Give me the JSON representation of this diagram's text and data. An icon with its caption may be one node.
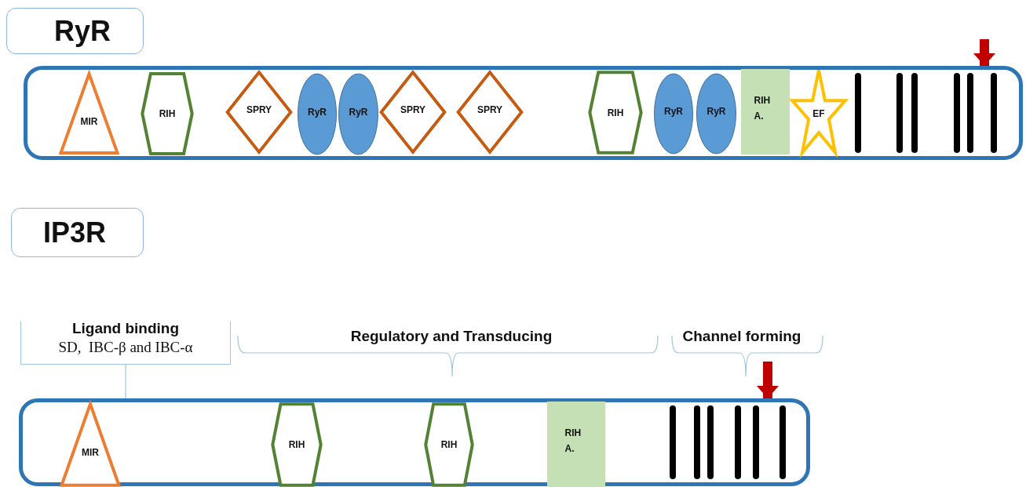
{
  "diagram": {
    "nodes": [
      {
        "text": [
          "RyR"
        ]
      },
      {
        "text": [],
        "shape": "bar"
      },
      {
        "text": [
          "MIR"
        ],
        "in": 1
      },
      {
        "text": [
          "RIH"
        ],
        "in": 1
      },
      {
        "text": [
          "SPRY"
        ],
        "in": 1
      },
      {
        "text": [
          "RyR"
        ],
        "in": 1
      },
      {
        "text": [
          "RyR"
        ],
        "in": 1
      },
      {
        "text": [
          "SPRY"
        ],
        "in": 1
      },
      {
        "text": [
          "SPRY"
        ],
        "in": 1
      },
      {
        "text": [
          "RIH"
        ],
        "in": 1
      },
      {
        "text": [
          "RyR"
        ],
        "in": 1
      },
      {
        "text": [
          "RyR"
        ],
        "in": 1
      },
      {
        "text": [
          "RIH A."
        ],
        "in": 1
      },
      {
        "text": [
          "EF"
        ],
        "in": 1
      },
      {
        "text": [
          "IP3R"
        ]
      },
      {
        "text": [
          "Ligand binding",
          "SD,  IBC-β and IBC-α"
        ]
      },
      {
        "text": [],
        "shape": "bar"
      },
      {
        "text": [
          "MIR"
        ],
        "in": 16
      },
      {
        "text": [
          "RIH"
        ],
        "in": 16
      },
      {
        "text": [
          "RIH"
        ],
        "in": 16
      },
      {
        "text": [
          "RIH A."
        ],
        "in": 16
      }
    ],
    "edges": [
      {
        "from": null,
        "to": 1,
        "arrow": "to",
        "color": "#c00000"
      },
      {
        "from": 15,
        "to": 16,
        "arrow": "none",
        "color": "#9dc3e6"
      },
      {
        "from": null,
        "to": 16,
        "arrow": "to",
        "color": "#c00000"
      }
    ],
    "labels": [
      "Regulatory and Transducing",
      "Channel forming"
    ]
  }
}
